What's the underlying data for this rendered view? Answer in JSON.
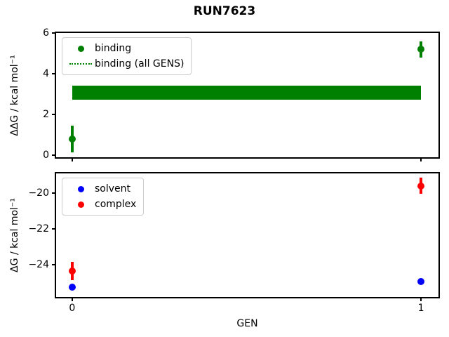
{
  "figure": {
    "title": "RUN7623",
    "background": "#ffffff"
  },
  "chart_data": [
    {
      "type": "scatter",
      "position": "top",
      "ylabel": "ΔΔG / kcal mol⁻¹",
      "xlim": [
        -0.046,
        1.05
      ],
      "ylim": [
        -0.1,
        6.0
      ],
      "yticks": [
        0,
        2,
        4,
        6
      ],
      "xticks": [
        0,
        1
      ],
      "show_xtick_labels": false,
      "grid": false,
      "legend": {
        "position": "upper-left",
        "items": [
          {
            "label": "binding",
            "marker": "dot",
            "color": "#008000"
          },
          {
            "label": "binding (all GENS)",
            "marker": "dotted-line",
            "color": "#008000"
          }
        ]
      },
      "band": {
        "label": "binding (all GENS)",
        "x_start": 0,
        "x_end": 1,
        "y_low": 2.72,
        "y_high": 3.41,
        "color": "#008000"
      },
      "series": [
        {
          "name": "binding",
          "color": "#008000",
          "points": [
            {
              "x": 0,
              "y": 0.8,
              "err": 0.65
            },
            {
              "x": 1,
              "y": 5.2,
              "err": 0.4
            }
          ]
        }
      ]
    },
    {
      "type": "scatter",
      "position": "bottom",
      "ylabel": "ΔG / kcal mol⁻¹",
      "xlabel": "GEN",
      "xlim": [
        -0.046,
        1.05
      ],
      "ylim": [
        -25.8,
        -18.9
      ],
      "yticks": [
        -20,
        -22,
        -24
      ],
      "xticks": [
        0,
        1
      ],
      "show_xtick_labels": true,
      "grid": false,
      "legend": {
        "position": "upper-left",
        "items": [
          {
            "label": "solvent",
            "marker": "dot",
            "color": "#0000ff"
          },
          {
            "label": "complex",
            "marker": "dot",
            "color": "#ff0000"
          }
        ]
      },
      "series": [
        {
          "name": "solvent",
          "color": "#0000ff",
          "points": [
            {
              "x": 0,
              "y": -25.25,
              "err": 0.1
            },
            {
              "x": 1,
              "y": -24.95,
              "err": 0.08
            }
          ]
        },
        {
          "name": "complex",
          "color": "#ff0000",
          "points": [
            {
              "x": 0,
              "y": -24.35,
              "err": 0.5
            },
            {
              "x": 1,
              "y": -19.6,
              "err": 0.45
            }
          ]
        }
      ]
    }
  ]
}
